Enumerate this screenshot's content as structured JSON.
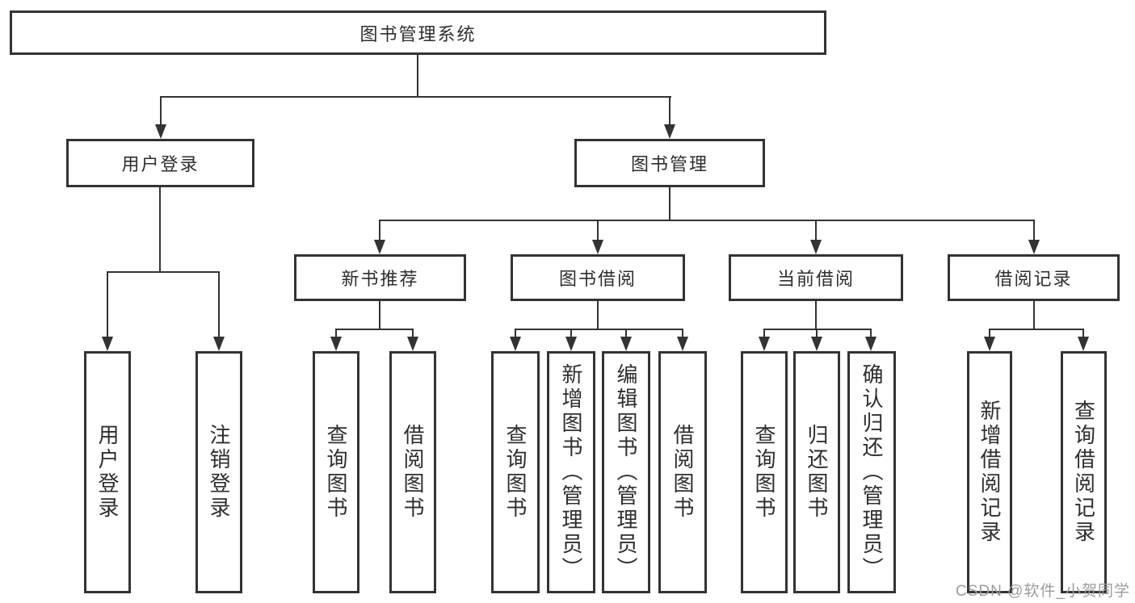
{
  "diagram": {
    "root": {
      "label": "图书管理系统"
    },
    "level2": [
      {
        "label": "用户登录"
      },
      {
        "label": "图书管理"
      }
    ],
    "level3": [
      {
        "label": "新书推荐"
      },
      {
        "label": "图书借阅"
      },
      {
        "label": "当前借阅"
      },
      {
        "label": "借阅记录"
      }
    ],
    "leaves": [
      {
        "label": "用户登录"
      },
      {
        "label": "注销登录"
      },
      {
        "label": "查询图书"
      },
      {
        "label": "借阅图书"
      },
      {
        "label": "查询图书"
      },
      {
        "label": "新增图书（管理员）"
      },
      {
        "label": "编辑图书（管理员）"
      },
      {
        "label": "借阅图书"
      },
      {
        "label": "查询图书"
      },
      {
        "label": "归还图书"
      },
      {
        "label": "确认归还（管理员）"
      },
      {
        "label": "新增借阅记录"
      },
      {
        "label": "查询借阅记录"
      }
    ],
    "watermark": "CSDN @软件_小贺同学",
    "colors": {
      "line": "#333333",
      "box_border": "#333333",
      "box_fill": "#ffffff",
      "text": "#2e2e2e",
      "watermark": "#9c9c9c",
      "background": "#ffffff"
    }
  }
}
